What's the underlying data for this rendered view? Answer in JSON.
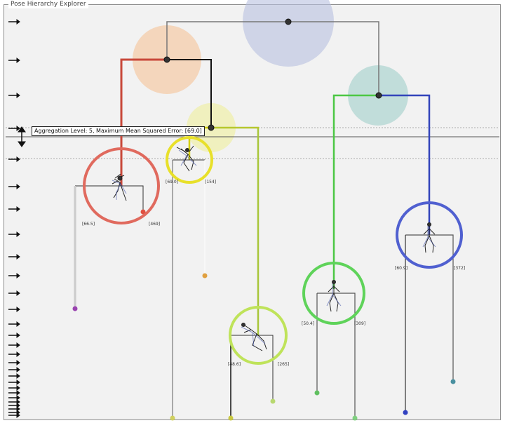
{
  "panel": {
    "title": "Pose Hierarchy Explorer"
  },
  "aggregation": {
    "level": 5,
    "max_mse": "69.0",
    "label": "Aggregation Level: 5, Maximum Mean Squared Error: [69.0]"
  },
  "colors": {
    "panel_bg": "#f2f2f2",
    "red": "#e06a5e",
    "yellow": "#e8e02a",
    "lime": "#bfe35a",
    "green": "#5fd35a",
    "blue": "#5060d0",
    "teal": "#8fc7c2",
    "lavender": "#b8bfe0",
    "peach": "#f5caa5",
    "pale_yellow": "#f0f0b8",
    "branch_dark": "#1a1a1a",
    "branch_gray": "#888888"
  },
  "level_markers": {
    "count": 28,
    "icon": "right-arrow-icon"
  },
  "clusters": [
    {
      "id": "red",
      "color": "#e06a5e",
      "left_label": "[66.5]",
      "right_label": "[469]"
    },
    {
      "id": "yellow",
      "color": "#e8e02a",
      "left_label": "[69.0]",
      "right_label": "[154]"
    },
    {
      "id": "lime",
      "color": "#bfe35a",
      "left_label": "[48.6]",
      "right_label": "[265]"
    },
    {
      "id": "green",
      "color": "#5fd35a",
      "left_label": "[50.4]",
      "right_label": "[309]"
    },
    {
      "id": "blue",
      "color": "#5060d0",
      "left_label": "[60.9]",
      "right_label": "[372]"
    }
  ]
}
